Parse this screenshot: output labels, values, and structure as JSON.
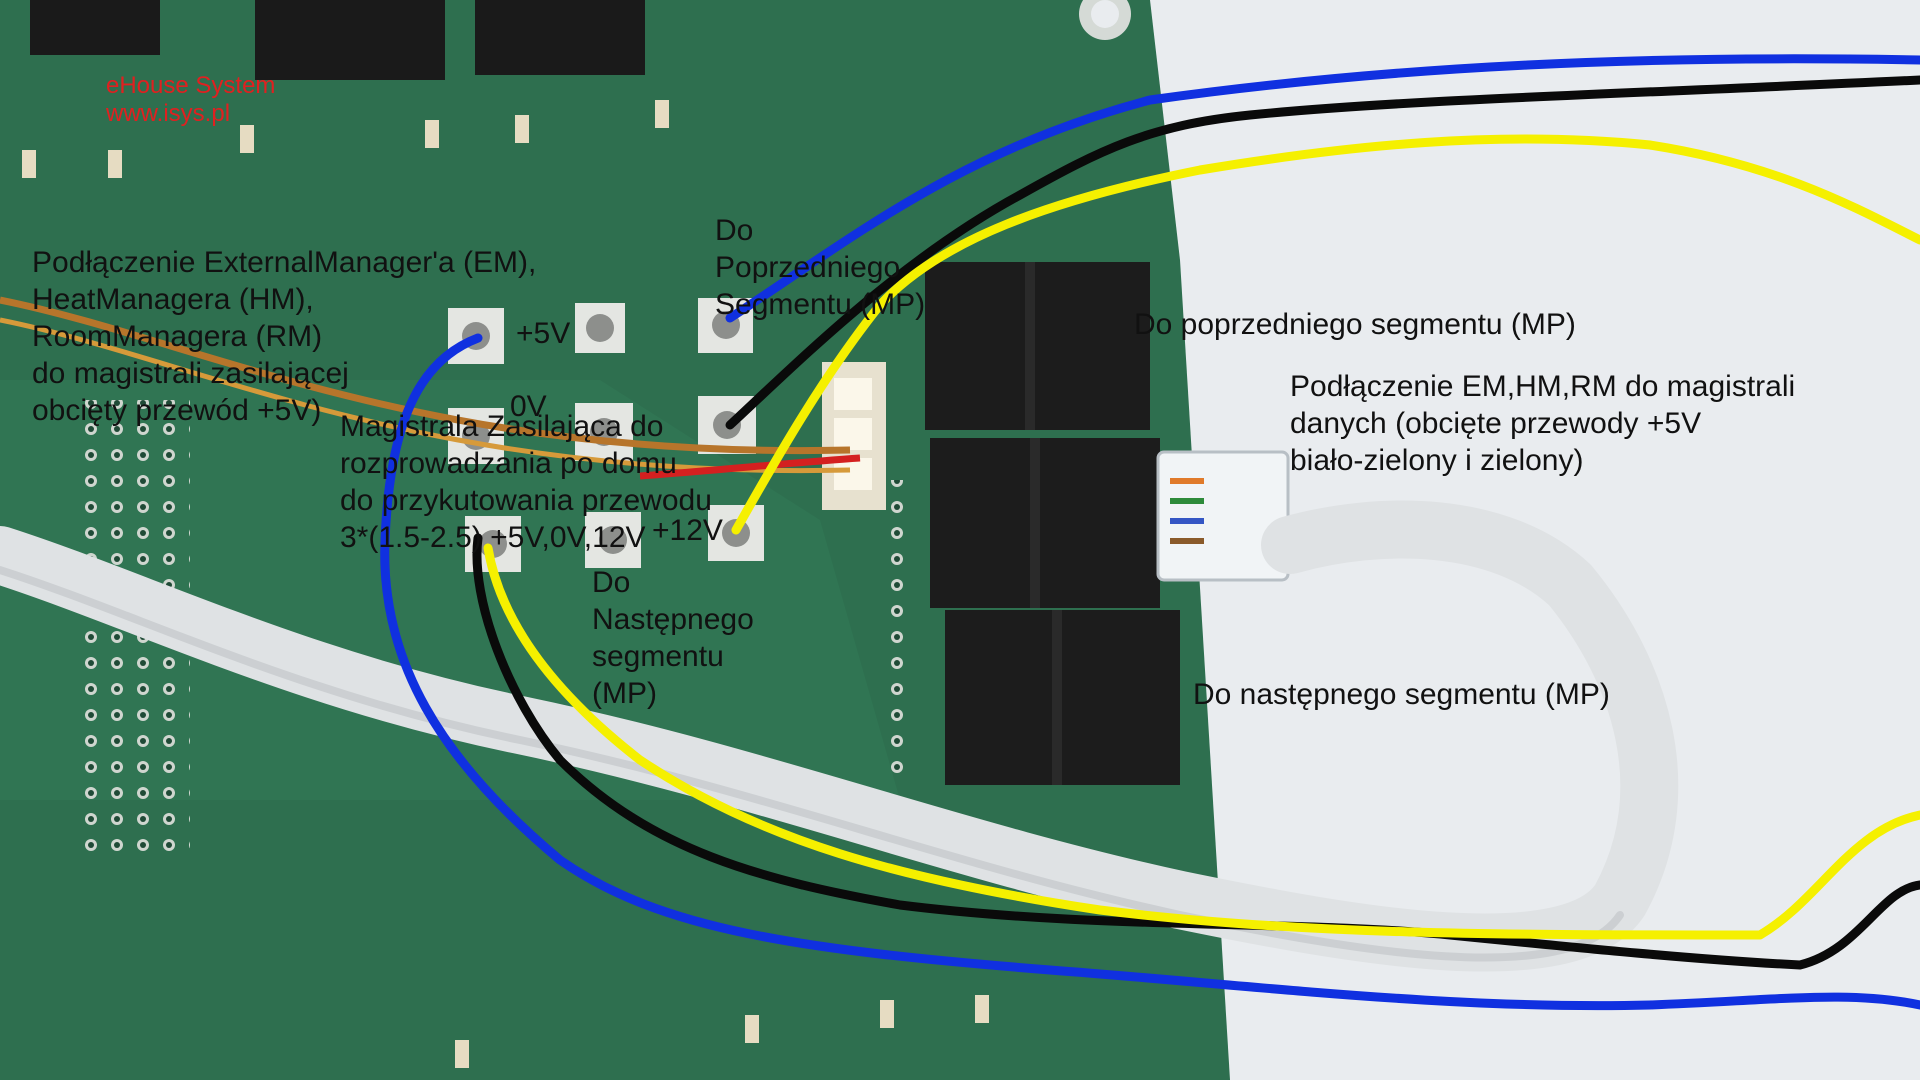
{
  "brand": {
    "name": "eHouse System",
    "url": "www.isys.pl",
    "color": "#e02020"
  },
  "labels": {
    "external_manager": [
      "Podłączenie ExternalManager'a (EM),",
      "HeatManagera (HM),",
      "RoomManagera (RM)",
      "do magistrali zasilającej",
      "obcięty przewód +5V)"
    ],
    "terminal_plus5": "+5V",
    "terminal_0v": "0V",
    "terminal_plus12": "+12V",
    "power_bus": [
      "Magistrala Zasilająca do",
      "rozprowadzania po domu",
      "do przykutowania przewodu",
      "3*(1.5-2.5) +5V,0V,12V"
    ],
    "to_previous_short": [
      "Do",
      "Poprzedniego",
      "Segmentu (MP)"
    ],
    "to_next_short": [
      "Do",
      "Następnego",
      "segmentu",
      "(MP)"
    ],
    "to_previous_long": "Do poprzedniego segmentu (MP)",
    "to_next_long": "Do następnego segmentu (MP)",
    "data_bus": [
      "Podłączenie EM,HM,RM do magistrali",
      "danych (obcięte przewody +5V",
      "biało-zielony i zielony)"
    ]
  },
  "colors": {
    "pcb_green": "#2e6f4f",
    "background": "#e9ecef",
    "wire_blue": "#1030e0",
    "wire_black": "#0a0a0a",
    "wire_yellow": "#f5f000",
    "cable_white": "#dfe2e4",
    "connector": "#1c1c1c"
  }
}
